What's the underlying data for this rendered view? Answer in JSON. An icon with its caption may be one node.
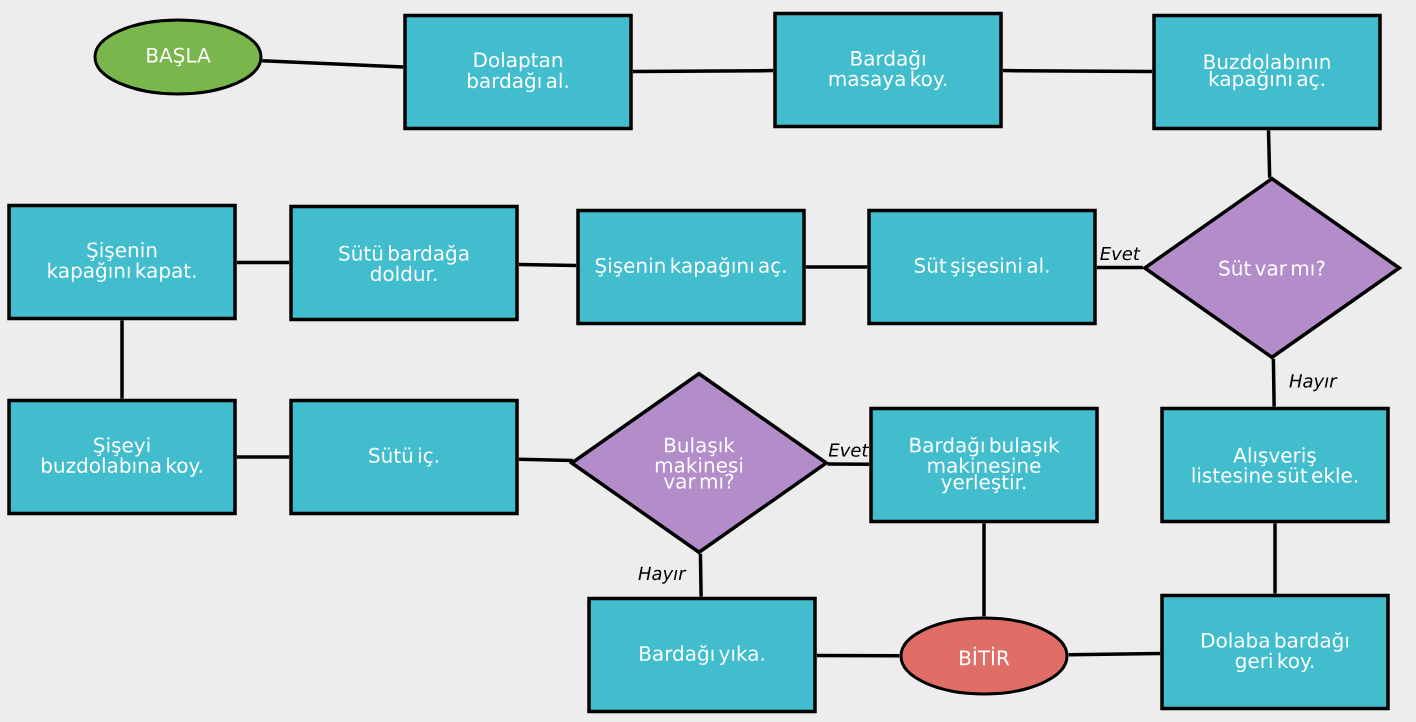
{
  "diagram": {
    "nodes": [
      {
        "text": [
          "BAŞLA"
        ]
      },
      {
        "text": [
          "Dolaptan bardağı al."
        ]
      },
      {
        "text": [
          "Bardağı masaya koy."
        ]
      },
      {
        "text": [
          "Buzdolabının kapağını aç."
        ]
      },
      {
        "text": [
          "Şişenin kapağını kapat."
        ]
      },
      {
        "text": [
          "Sütü bardağa doldur."
        ]
      },
      {
        "text": [
          "Şişenin kapağını aç."
        ]
      },
      {
        "text": [
          "Süt şişesini al."
        ]
      },
      {
        "text": [
          "Süt var mı?"
        ]
      },
      {
        "text": [
          "Şişeyi buzdolabına koy."
        ]
      },
      {
        "text": [
          "Sütü iç."
        ]
      },
      {
        "text": [
          "Bulaşık makinesi var mı?"
        ]
      },
      {
        "text": [
          "Bardağı bulaşık makinesine yerleştir."
        ]
      },
      {
        "text": [
          "Alışveriş listesine süt ekle."
        ]
      },
      {
        "text": [
          "Bardağı yıka."
        ]
      },
      {
        "text": [
          "BİTİR"
        ]
      },
      {
        "text": [
          "Dolaba bardağı geri koy."
        ]
      }
    ],
    "edges": [
      {
        "from": 0,
        "to": 1,
        "arrow": "none"
      },
      {
        "from": 1,
        "to": 2,
        "arrow": "none"
      },
      {
        "from": 2,
        "to": 3,
        "arrow": "none"
      },
      {
        "from": 3,
        "to": 8,
        "arrow": "none"
      },
      {
        "from": 8,
        "to": 7,
        "arrow": "none",
        "label": "Evet"
      },
      {
        "from": 7,
        "to": 6,
        "arrow": "none"
      },
      {
        "from": 6,
        "to": 5,
        "arrow": "none"
      },
      {
        "from": 5,
        "to": 4,
        "arrow": "none"
      },
      {
        "from": 4,
        "to": 9,
        "arrow": "none"
      },
      {
        "from": 9,
        "to": 10,
        "arrow": "none"
      },
      {
        "from": 10,
        "to": 11,
        "arrow": "none"
      },
      {
        "from": 11,
        "to": 12,
        "arrow": "none",
        "label": "Evet"
      },
      {
        "from": 11,
        "to": 14,
        "arrow": "none",
        "label": "Hayır"
      },
      {
        "from": 12,
        "to": 15,
        "arrow": "none"
      },
      {
        "from": 14,
        "to": 15,
        "arrow": "none"
      },
      {
        "from": 8,
        "to": 13,
        "arrow": "none",
        "label": "Hayır"
      },
      {
        "from": 13,
        "to": 16,
        "arrow": "none"
      },
      {
        "from": 16,
        "to": 15,
        "arrow": "none"
      }
    ]
  }
}
